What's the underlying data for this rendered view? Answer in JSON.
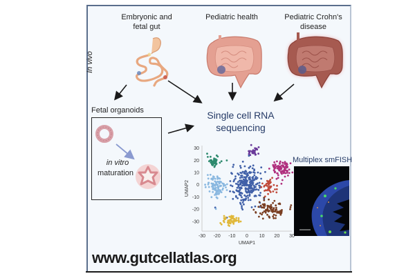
{
  "panel": {
    "in_vivo_label": "In vivo",
    "sources": [
      {
        "id": "embryonic",
        "label_line1": "Embryonic and",
        "label_line2": "fetal gut"
      },
      {
        "id": "pediatric_health",
        "label_line1": "Pediatric health",
        "label_line2": ""
      },
      {
        "id": "pediatric_crohns",
        "label_line1": "Pediatric Crohn's",
        "label_line2": "disease"
      }
    ],
    "organoids": {
      "title": "Fetal organoids",
      "process_italic": "in vitro",
      "process_text": "maturation"
    },
    "center": {
      "line1": "Single cell RNA",
      "line2": "sequencing"
    },
    "smfish_title": "Multiplex smFISH",
    "url": "www.gutcellatlas.org",
    "colors": {
      "border": "#5a6e8c",
      "background": "#f4f8fc",
      "title_blue": "#253a66"
    }
  },
  "chart_data": {
    "type": "scatter",
    "title": "",
    "xlabel": "UMAP1",
    "ylabel": "UMAP2",
    "xlim": [
      -30,
      30
    ],
    "ylim": [
      -38,
      32
    ],
    "xticks": [
      -30,
      -20,
      -10,
      0,
      10,
      20,
      30
    ],
    "yticks": [
      30,
      20,
      10,
      0,
      -10,
      -20,
      -30
    ],
    "grid": false,
    "legend": "none",
    "clusters": [
      {
        "name": "green",
        "color": "#2e8a6e",
        "center": [
          -22,
          19
        ],
        "spread": [
          4,
          4
        ],
        "n": 45
      },
      {
        "name": "purple",
        "color": "#6a3a9a",
        "center": [
          4,
          27
        ],
        "spread": [
          4,
          3
        ],
        "n": 30
      },
      {
        "name": "blue",
        "color": "#4060a8",
        "center": [
          0,
          0
        ],
        "spread": [
          9,
          14
        ],
        "n": 260
      },
      {
        "name": "light-blue",
        "color": "#8ab8e0",
        "center": [
          -20,
          -2
        ],
        "spread": [
          6,
          8
        ],
        "n": 110
      },
      {
        "name": "magenta",
        "color": "#b0307e",
        "center": [
          23,
          13
        ],
        "spread": [
          6,
          7
        ],
        "n": 95
      },
      {
        "name": "red",
        "color": "#c04a3a",
        "center": [
          15,
          -1
        ],
        "spread": [
          4,
          6
        ],
        "n": 45
      },
      {
        "name": "brown",
        "color": "#7a3e22",
        "center": [
          16,
          -20
        ],
        "spread": [
          9,
          6
        ],
        "n": 90
      },
      {
        "name": "yellow",
        "color": "#e0b83a",
        "center": [
          -11,
          -29
        ],
        "spread": [
          5,
          4
        ],
        "n": 55
      }
    ]
  }
}
